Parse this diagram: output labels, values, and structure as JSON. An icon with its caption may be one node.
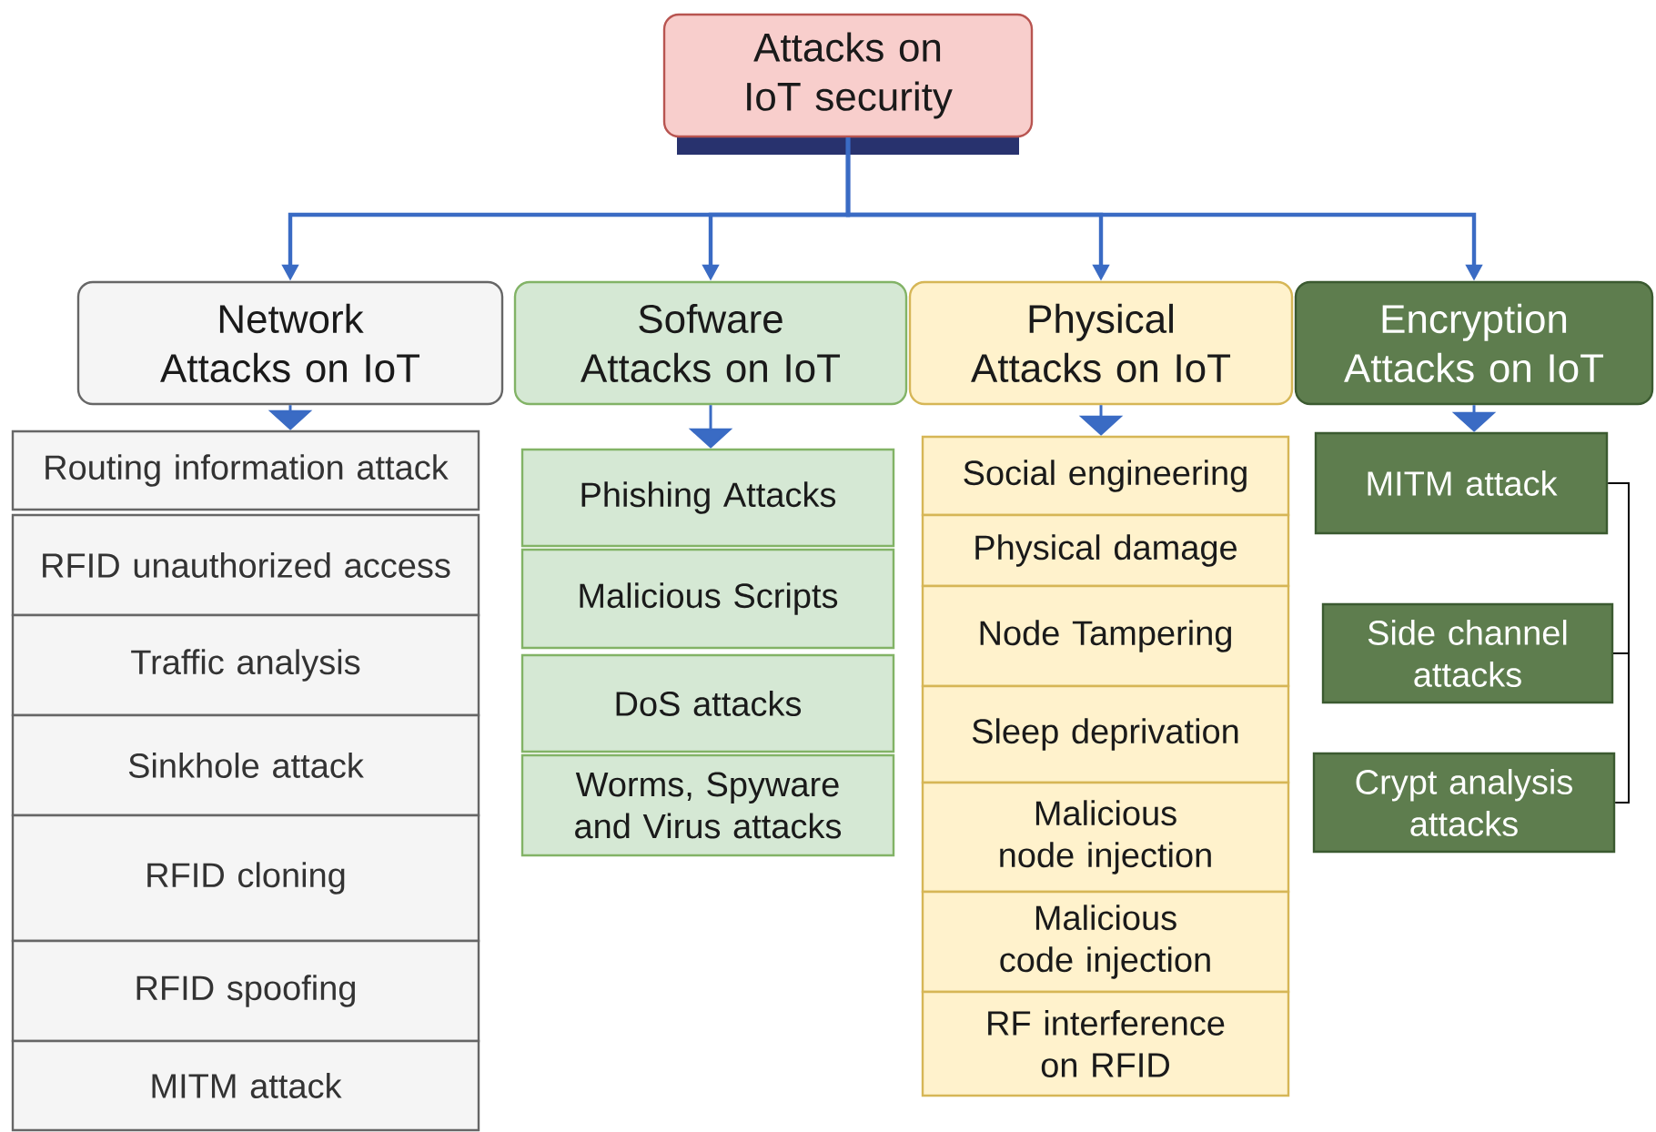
{
  "diagram": {
    "nodes": [
      {
        "text": [
          "Attacks on IoT security"
        ]
      },
      {
        "text": [
          "Network Attacks on IoT"
        ]
      },
      {
        "text": [
          "Sofware Attacks on IoT"
        ]
      },
      {
        "text": [
          "Physical Attacks on IoT"
        ]
      },
      {
        "text": [
          "Encryption Attacks on IoT"
        ]
      },
      {
        "text": [
          "Routing information attack"
        ]
      },
      {
        "text": [
          "RFID unauthorized access"
        ]
      },
      {
        "text": [
          "Traffic analysis"
        ]
      },
      {
        "text": [
          "Sinkhole attack"
        ]
      },
      {
        "text": [
          "RFID cloning"
        ]
      },
      {
        "text": [
          "RFID spoofing"
        ]
      },
      {
        "text": [
          "MITM attack"
        ]
      },
      {
        "text": [
          "Phishing Attacks"
        ]
      },
      {
        "text": [
          "Malicious Scripts"
        ]
      },
      {
        "text": [
          "DoS attacks"
        ]
      },
      {
        "text": [
          "Worms, Spyware and Virus attacks"
        ]
      },
      {
        "text": [
          "Social engineering"
        ]
      },
      {
        "text": [
          "Physical damage"
        ]
      },
      {
        "text": [
          "Node Tampering"
        ]
      },
      {
        "text": [
          "Sleep deprivation"
        ]
      },
      {
        "text": [
          "Malicious node injection"
        ]
      },
      {
        "text": [
          "Malicious code injection"
        ]
      },
      {
        "text": [
          "RF interference on RFID"
        ]
      },
      {
        "text": [
          "MITM attack"
        ]
      },
      {
        "text": [
          "Side channel attacks"
        ]
      },
      {
        "text": [
          "Crypt analysis attacks"
        ]
      }
    ],
    "edges": [
      {
        "from": 0,
        "to": 1,
        "arrow": "to"
      },
      {
        "from": 0,
        "to": 2,
        "arrow": "to"
      },
      {
        "from": 0,
        "to": 3,
        "arrow": "to"
      },
      {
        "from": 0,
        "to": 4,
        "arrow": "to"
      },
      {
        "from": 1,
        "to": 5,
        "arrow": "to"
      },
      {
        "from": 2,
        "to": 12,
        "arrow": "to"
      },
      {
        "from": 3,
        "to": 16,
        "arrow": "to"
      },
      {
        "from": 4,
        "to": 23,
        "arrow": "to"
      },
      {
        "from": 23,
        "to": 24,
        "arrow": "none",
        "color": "#000000"
      },
      {
        "from": 24,
        "to": 25,
        "arrow": "none",
        "color": "#000000"
      }
    ]
  }
}
